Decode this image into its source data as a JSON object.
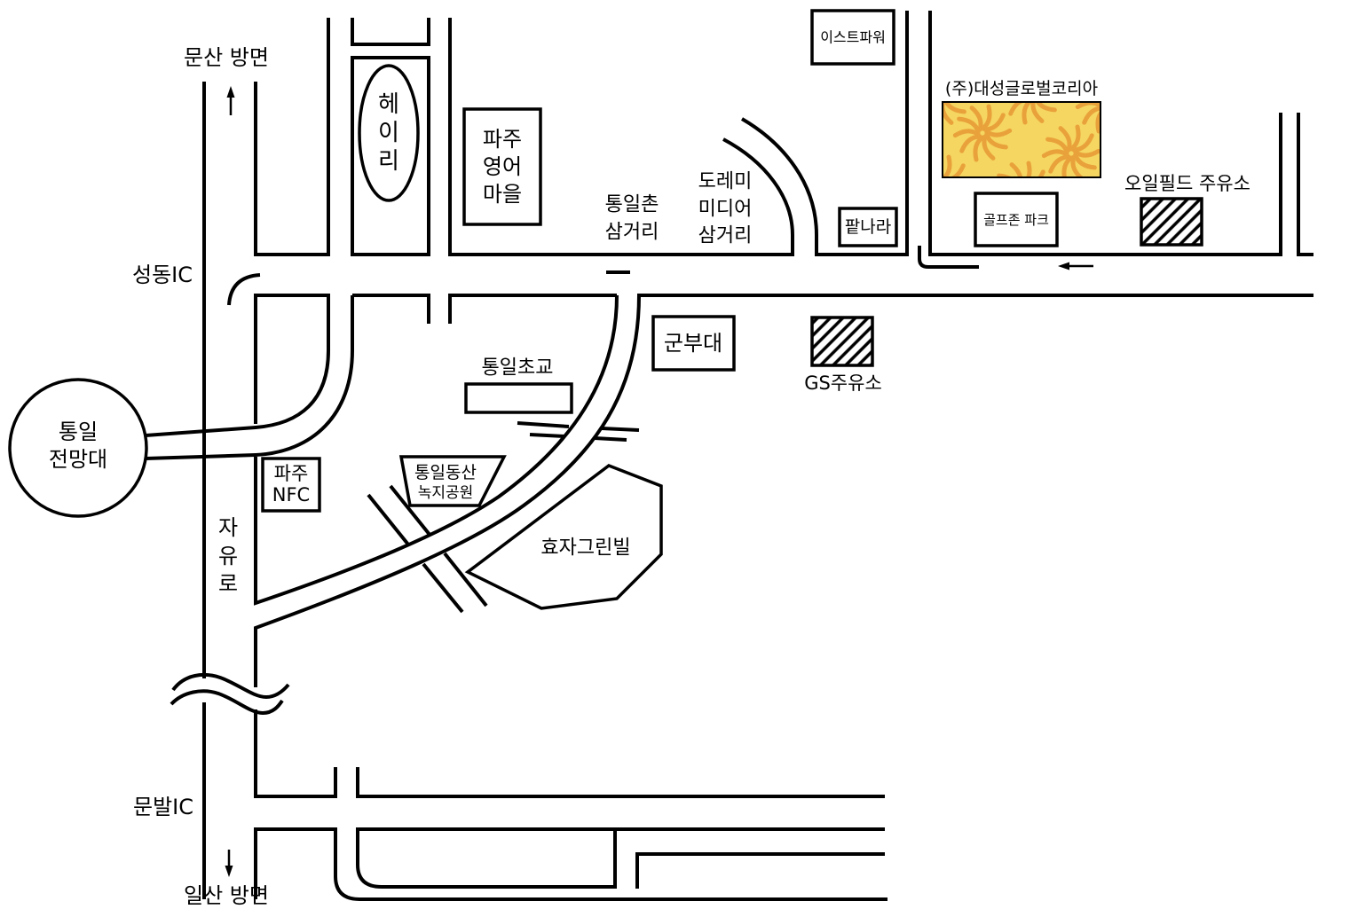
{
  "directions": {
    "north": "문산 방면",
    "south": "일산 방면"
  },
  "interchanges": {
    "seongdong": "성동IC",
    "munbal": "문발IC"
  },
  "road": {
    "name_lines": [
      "자",
      "유",
      "로"
    ]
  },
  "landmarks": {
    "observatory": [
      "통일",
      "전망대"
    ],
    "heyri": [
      "헤",
      "이",
      "리"
    ],
    "english_village": [
      "파주",
      "영어",
      "마을"
    ],
    "tongilchon_junction": [
      "통일촌",
      "삼거리"
    ],
    "doremi_junction": [
      "도레미",
      "미디어",
      "삼거리"
    ],
    "east_power": "이스트파워",
    "daesung": "(주)대성글로벌코리아",
    "oilfield_station": "오일필드 주유소",
    "golfzon_park": "골프존 파크",
    "patnara": "팥나라",
    "military_base": "군부대",
    "gs_station": "GS주유소",
    "elementary_school": "통일초교",
    "paju_nfc": [
      "파주",
      "NFC"
    ],
    "green_park": [
      "통일동산",
      "녹지공원"
    ],
    "hyoja_greenvil": "효자그린빌"
  },
  "icons": {
    "north_arrow": "arrow-up-icon",
    "south_arrow": "arrow-down-icon",
    "service_road_arrow": "arrow-left-icon"
  },
  "colors": {
    "road": "#000000",
    "background": "#ffffff",
    "highlight_fill": "#f5d660",
    "highlight_swirl": "#e9a23b"
  }
}
